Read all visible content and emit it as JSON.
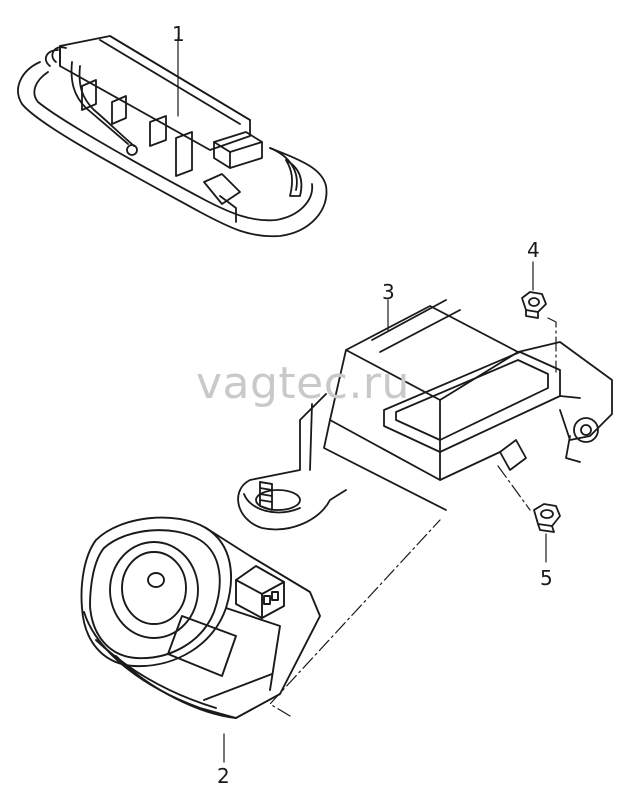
{
  "watermark": "vagtec.ru",
  "callouts": [
    {
      "id": "label-1",
      "text": "1"
    },
    {
      "id": "label-2",
      "text": "2"
    },
    {
      "id": "label-3",
      "text": "3"
    },
    {
      "id": "label-4",
      "text": "4"
    },
    {
      "id": "label-5",
      "text": "5"
    }
  ],
  "colors": {
    "line": "#1a1a1a",
    "watermark": "#c9c9c9",
    "background": "#ffffff"
  }
}
